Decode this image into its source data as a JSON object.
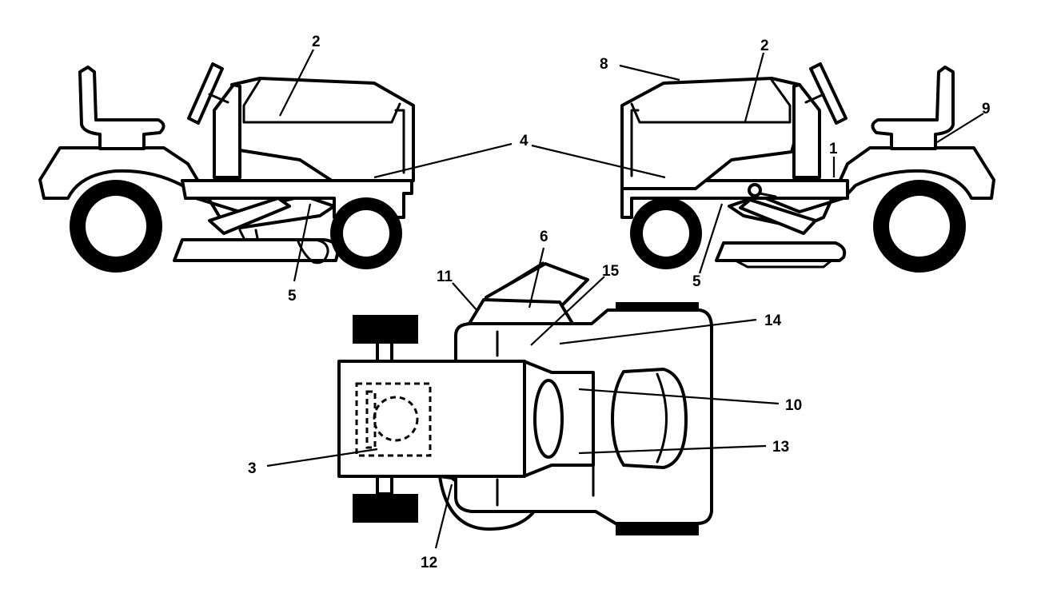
{
  "diagram": {
    "callouts": {
      "left_top": "2",
      "left_side": "4",
      "left_bottom": "5",
      "right_top": "2",
      "right_hood": "8",
      "right_seat": "9",
      "right_fender": "1",
      "right_bottom": "5",
      "top_6": "6",
      "top_11": "11",
      "top_15": "15",
      "top_14": "14",
      "top_10": "10",
      "top_13": "13",
      "top_3": "3",
      "top_12": "12"
    }
  }
}
